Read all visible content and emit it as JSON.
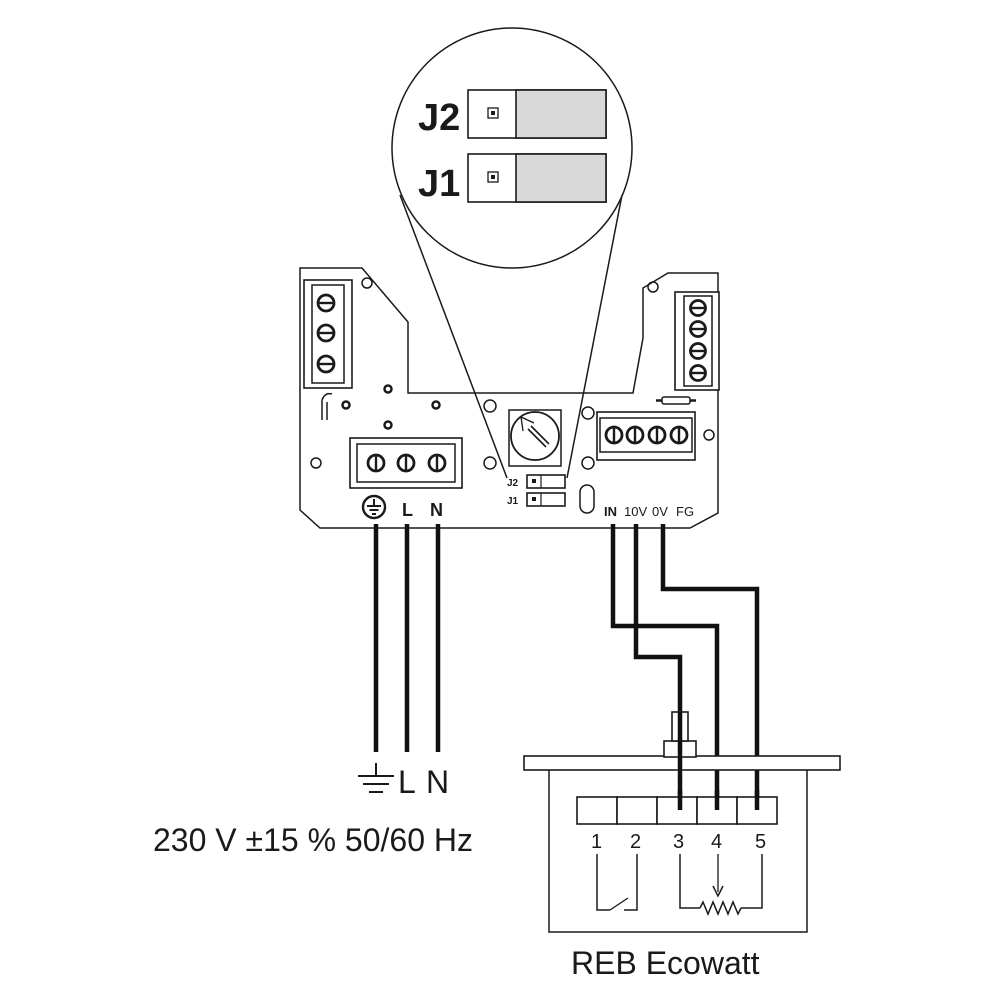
{
  "zoom": {
    "j2_label": "J2",
    "j1_label": "J1"
  },
  "board": {
    "j2_label": "J2",
    "j1_label": "J1",
    "mains_terminals": {
      "earth_icon": "earth-ground-icon",
      "l": "L",
      "n": "N"
    },
    "signal_terminals": {
      "in": "IN",
      "v10": "10V",
      "v0": "0V",
      "fg": "FG"
    }
  },
  "supply": {
    "earth_icon": "earth-ground-icon",
    "l": "L",
    "n": "N",
    "spec": "230 V ±15 % 50/60 Hz"
  },
  "device": {
    "terminals": [
      "1",
      "2",
      "3",
      "4",
      "5"
    ],
    "name": "REB Ecowatt"
  },
  "colors": {
    "line": "#1a1a1a",
    "jumper_fill": "#d9d9d9",
    "background": "#ffffff"
  }
}
